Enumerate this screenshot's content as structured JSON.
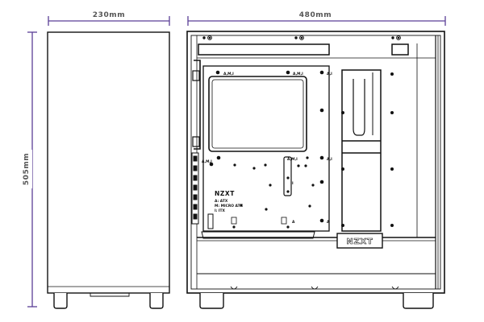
{
  "dimensions": {
    "width": "230mm",
    "depth": "480mm",
    "height": "505mm"
  },
  "brand": {
    "board_logo": "NZXT",
    "psu_shroud_logo": "NZXT"
  },
  "motherboard_support": {
    "line_1": "A: ATX",
    "line_2": "M: MICRO ATX",
    "line_3": "I: ITX"
  },
  "standoff_labels": {
    "all": "A,M,I",
    "aj": "A,I",
    "i": "I",
    "a": "A"
  },
  "colors": {
    "dimension_line": "#5b3e96",
    "dimension_text": "#555555",
    "outline": "#111111",
    "background": "#ffffff"
  }
}
